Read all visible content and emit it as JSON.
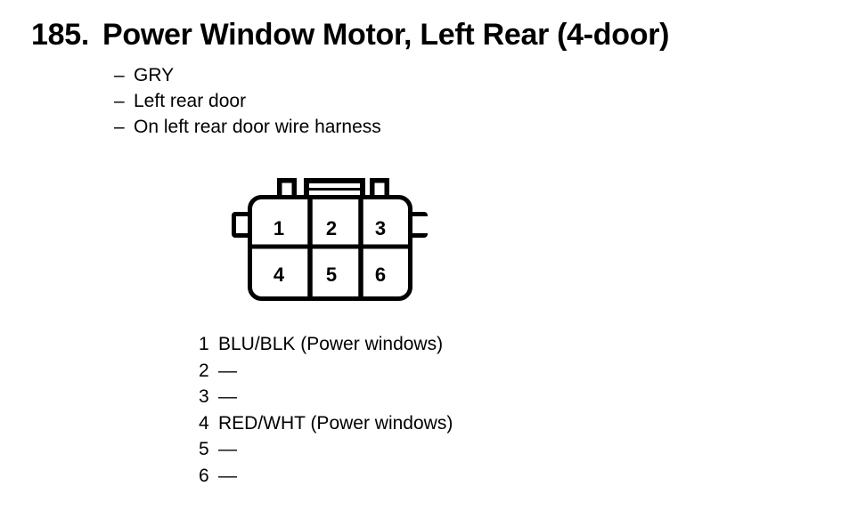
{
  "page": {
    "background": "#ffffff",
    "ink": "#000000"
  },
  "figure": {
    "number": "185.",
    "title": "Power Window Motor, Left Rear (4-door)"
  },
  "bullet_char": "–",
  "details": [
    "GRY",
    "Left rear door",
    "On left rear door wire harness"
  ],
  "connector": {
    "description": "6-cavity connector, front view, 2 rows of 3",
    "pins": [
      "1",
      "2",
      "3",
      "4",
      "5",
      "6"
    ]
  },
  "pinout": [
    {
      "pin": "1",
      "wire": "BLU/BLK (Power windows)"
    },
    {
      "pin": "2",
      "wire": "—"
    },
    {
      "pin": "3",
      "wire": "—"
    },
    {
      "pin": "4",
      "wire": "RED/WHT (Power windows)"
    },
    {
      "pin": "5",
      "wire": "—"
    },
    {
      "pin": "6",
      "wire": "—"
    }
  ]
}
